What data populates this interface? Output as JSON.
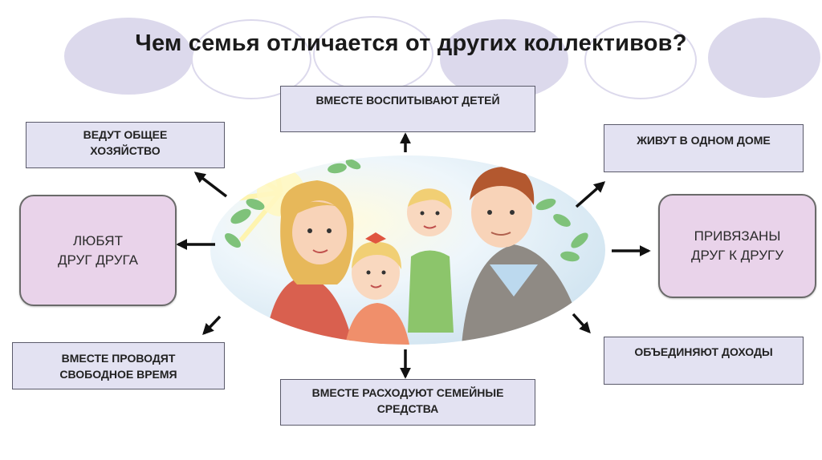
{
  "title": "Чем семья отличается от других коллективов?",
  "boxes": {
    "top": "ВМЕСТЕ ВОСПИТЫВАЮТ ДЕТЕЙ",
    "top_left": [
      "ВЕДУТ ОБЩЕЕ",
      "ХОЗЯЙСТВО"
    ],
    "top_right": "ЖИВУТ В ОДНОМ ДОМЕ",
    "bottom_left": [
      "ВМЕСТЕ ПРОВОДЯТ",
      "СВОБОДНОЕ ВРЕМЯ"
    ],
    "bottom": [
      "ВМЕСТЕ РАСХОДУЮТ СЕМЕЙНЫЕ",
      "СРЕДСТВА"
    ],
    "bottom_right": "ОБЪЕДИНЯЮТ ДОХОДЫ"
  },
  "pills": {
    "left": [
      "ЛЮБЯТ",
      "ДРУГ ДРУГА"
    ],
    "right": [
      "ПРИВЯЗАНЫ",
      "ДРУГ К ДРУГУ"
    ]
  },
  "colors": {
    "box_fill": "#e3e2f2",
    "pill_fill": "#e9d3ea",
    "decor": "#dcd9ec",
    "arrow": "#111111"
  }
}
